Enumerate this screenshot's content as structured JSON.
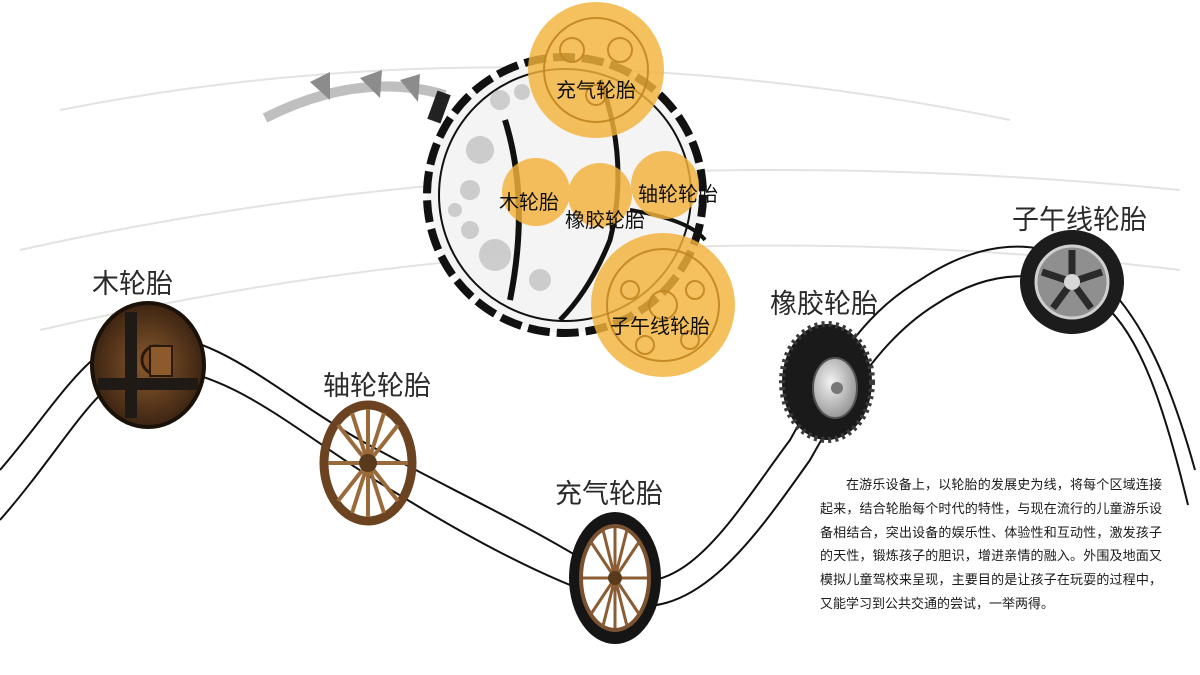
{
  "plan_labels": {
    "pneumatic": "充气轮胎",
    "wooden": "木轮胎",
    "axle": "轴轮轮胎",
    "rubber": "橡胶轮胎",
    "radial": "子午线轮胎"
  },
  "timeline": [
    {
      "label": "木轮胎",
      "icon": "wooden-wheel-icon"
    },
    {
      "label": "轴轮轮胎",
      "icon": "spoked-wheel-icon"
    },
    {
      "label": "充气轮胎",
      "icon": "pneumatic-tire-icon"
    },
    {
      "label": "橡胶轮胎",
      "icon": "rubber-tire-icon"
    },
    {
      "label": "子午线轮胎",
      "icon": "radial-tire-icon"
    }
  ],
  "description": "在游乐设备上，以轮胎的发展史为线，将每个区域连接起来，结合轮胎每个时代的特性，与现在流行的儿童游乐设备相结合，突出设备的娱乐性、体验性和互动性，激发孩子的天性，锻炼孩子的胆识，增进亲情的融入。外围及地面又模拟儿童驾校来呈现，主要目的是让孩子在玩耍的过程中，又能学习到公共交通的尝试，一举两得。",
  "colors": {
    "accent_orange": "#f3b23a",
    "ink": "#1a1a1a"
  }
}
